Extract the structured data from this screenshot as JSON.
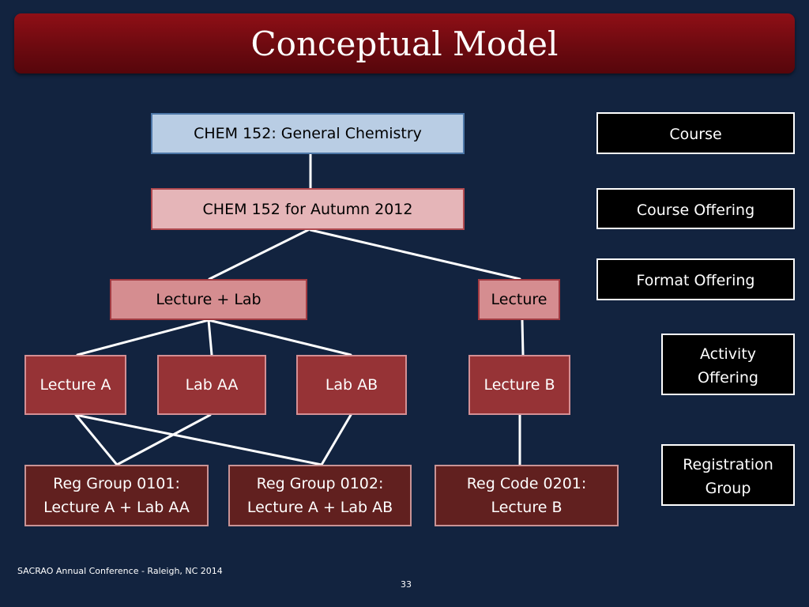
{
  "title": "Conceptual Model",
  "nodes": {
    "course": "CHEM 152: General Chemistry",
    "offering": "CHEM 152 for Autumn 2012",
    "format_lecture_lab": "Lecture + Lab",
    "format_lecture": "Lecture",
    "activity_lecture_a": "Lecture A",
    "activity_lab_aa": "Lab AA",
    "activity_lab_ab": "Lab AB",
    "activity_lecture_b": "Lecture B",
    "reg_group_0101": "Reg Group 0101:\nLecture A + Lab AA",
    "reg_group_0102": "Reg Group 0102:\nLecture A + Lab AB",
    "reg_code_0201": "Reg Code 0201:\nLecture B"
  },
  "legend": {
    "course": "Course",
    "course_offering": "Course Offering",
    "format_offering": "Format Offering",
    "activity_offering": "Activity\nOffering",
    "registration_group": "Registration\nGroup"
  },
  "colors": {
    "background": "#12233f",
    "title_bar": "#7a0c12",
    "course": "#b9cde4",
    "course_offering": "#e5b5b8",
    "format_offering": "#d58d90",
    "activity_offering": "#963336",
    "registration_group": "#61201f",
    "legend": "#000000",
    "connector": "#ffffff"
  },
  "footer": {
    "text": "SACRAO Annual Conference - Raleigh, NC 2014",
    "page_number": "33"
  }
}
